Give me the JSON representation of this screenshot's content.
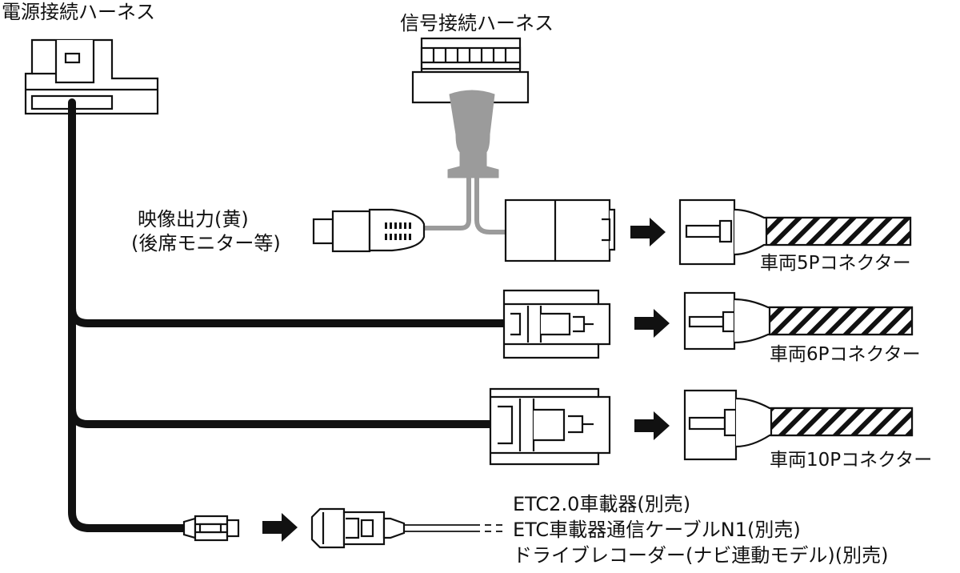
{
  "labels": {
    "power_harness": "電源接続ハーネス",
    "signal_harness": "信号接続ハーネス",
    "video_out_1": "映像出力(黄)",
    "video_out_2": "(後席モニター等)",
    "vehicle_5p": "車両5Pコネクター",
    "vehicle_6p": "車両6Pコネクター",
    "vehicle_10p": "車両10Pコネクター",
    "etc_device": "ETC2.0車載器(別売)",
    "etc_cable": "ETC車載器通信ケーブルN1(別売)",
    "drive_recorder": "ドライブレコーダー(ナビ連動モデル)(別売)"
  },
  "colors": {
    "line": "#111111",
    "cable_gray": "#9b9b9b",
    "background": "#ffffff"
  },
  "icons": [
    "arrow-right-icon",
    "arrow-right-icon",
    "arrow-right-icon",
    "arrow-right-icon"
  ]
}
